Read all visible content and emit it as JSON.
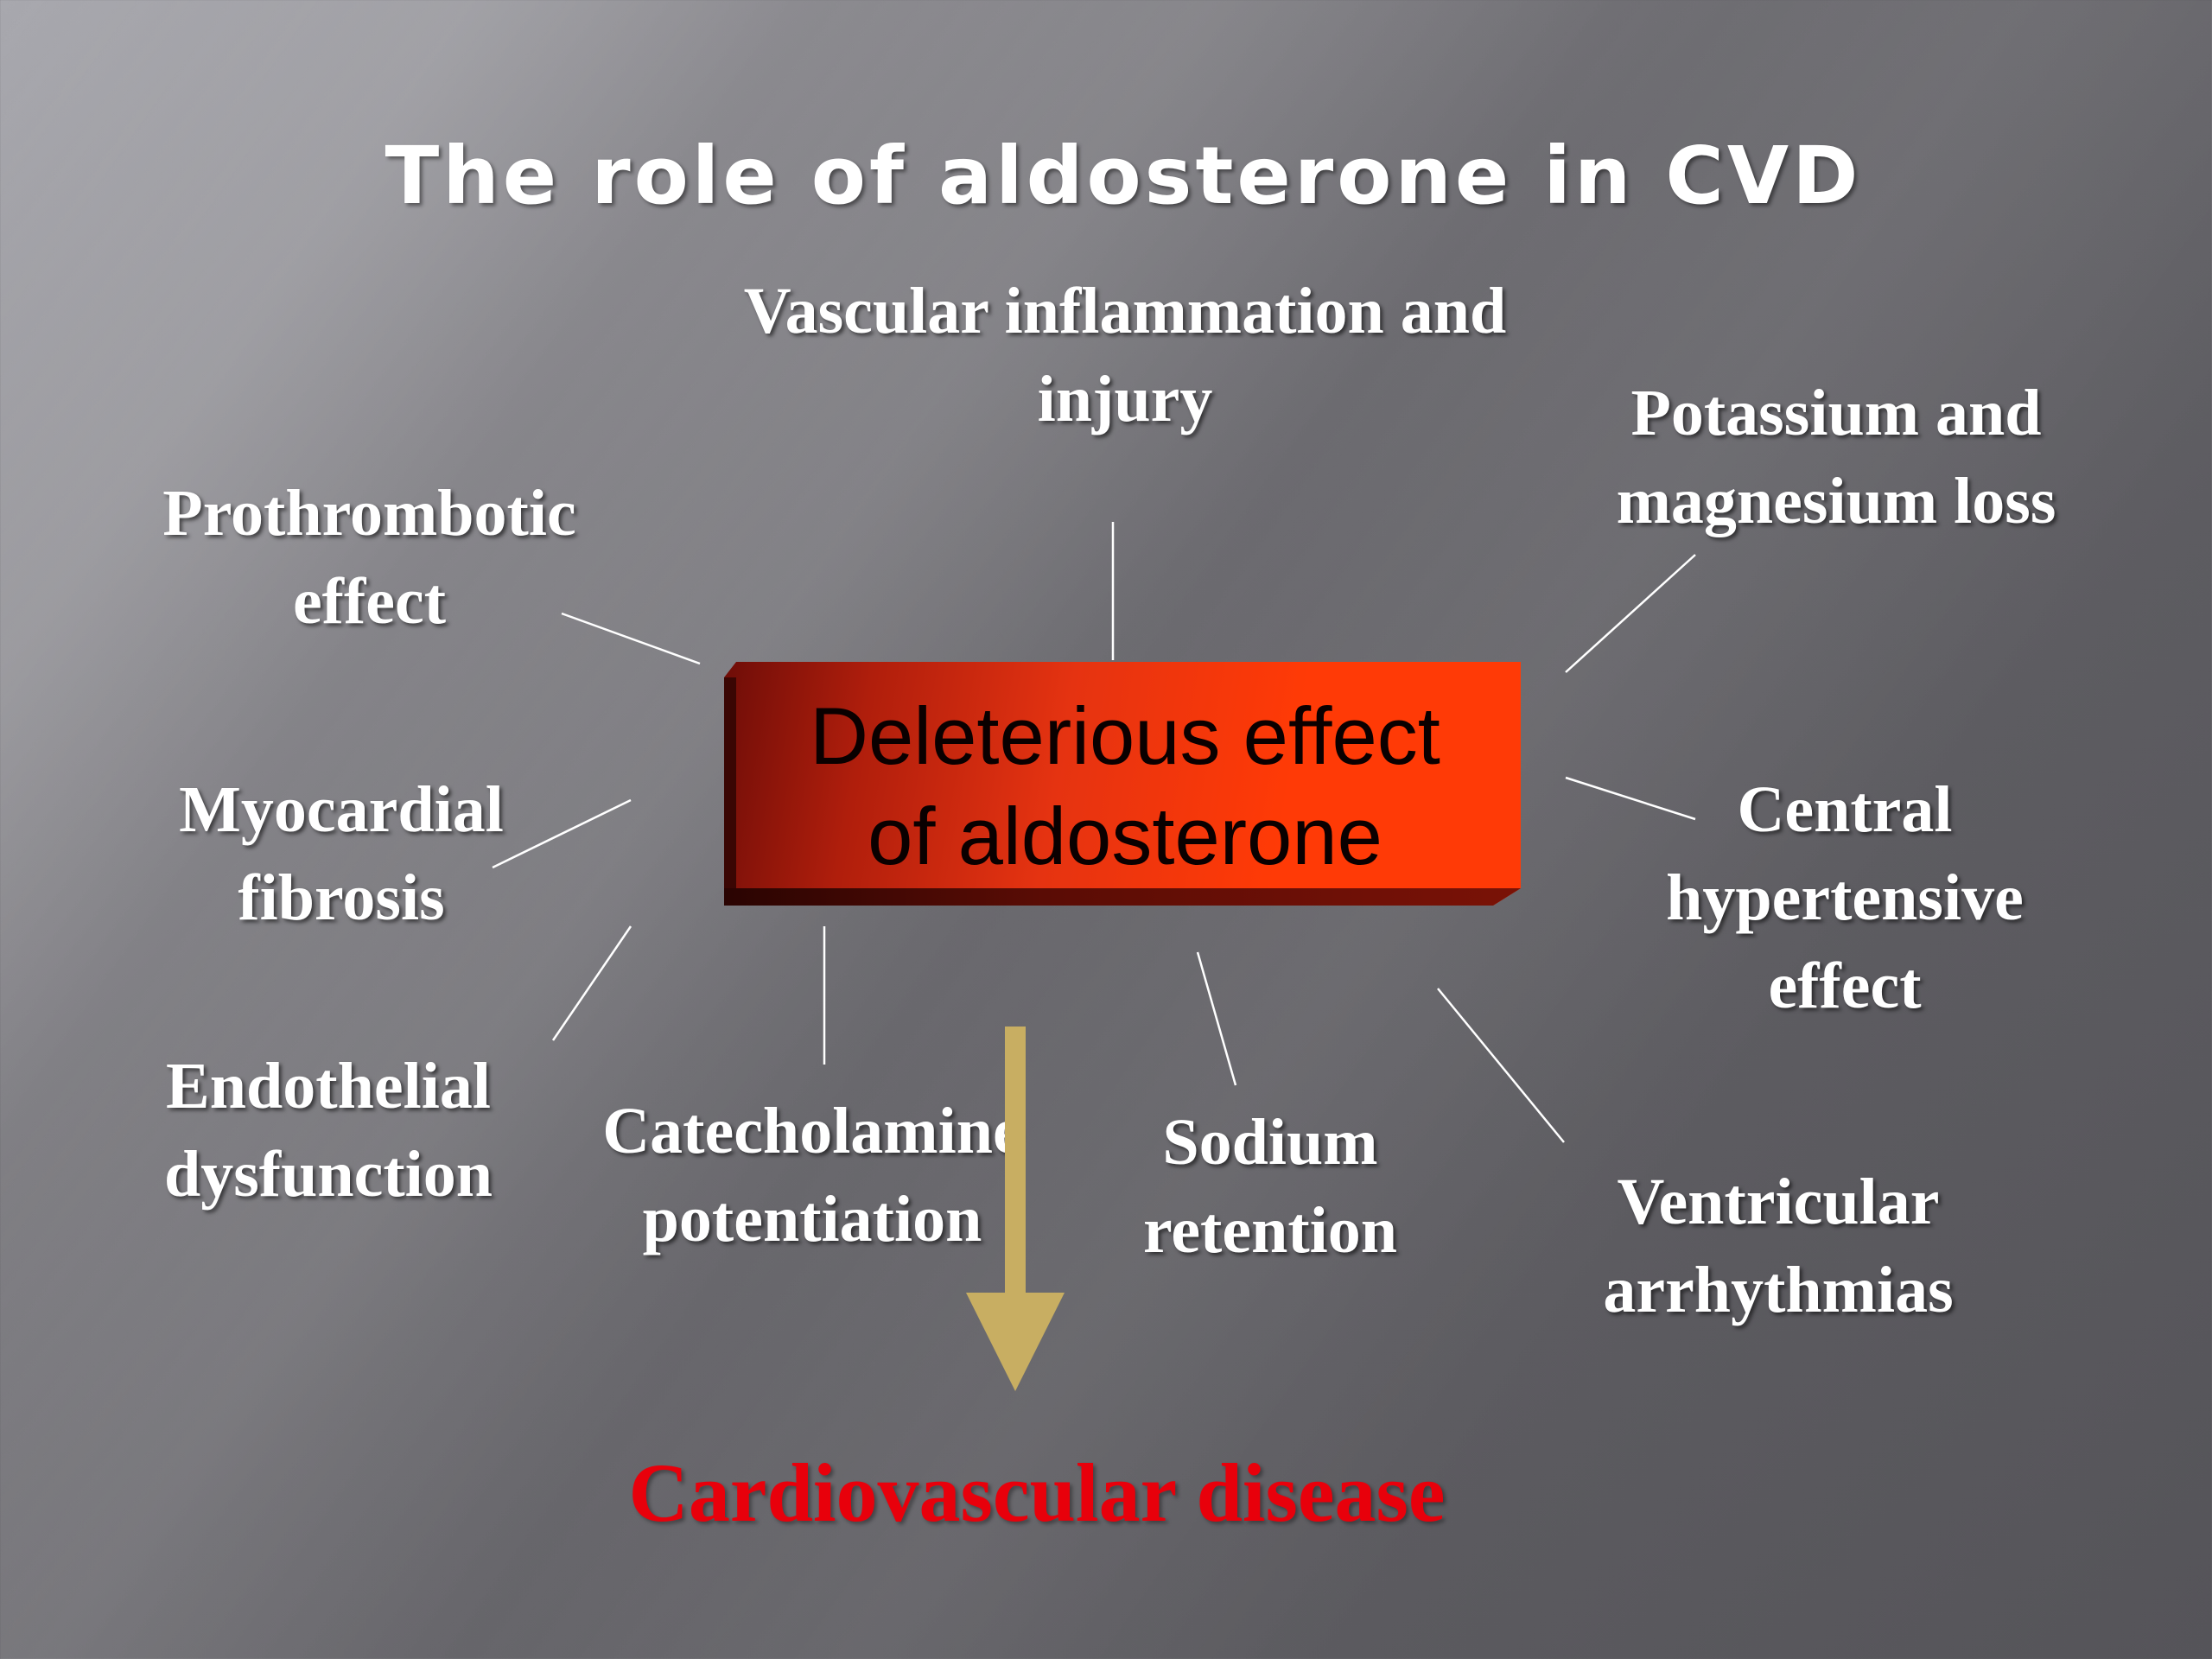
{
  "title": "The role of aldosterone in CVD",
  "center": {
    "line1": "Deleterious effect",
    "line2": "of aldosterone",
    "color": "#ff3a06"
  },
  "effects": {
    "vascular": [
      "Vascular inflammation and",
      "injury"
    ],
    "potassium": [
      "Potassium and",
      "magnesium loss"
    ],
    "prothrombotic": [
      "Prothrombotic",
      "effect"
    ],
    "myocardial": [
      "Myocardial",
      "fibrosis"
    ],
    "central": [
      "Central",
      "hypertensive",
      "effect"
    ],
    "endothelial": [
      "Endothelial",
      "dysfunction"
    ],
    "catecholamine": [
      "Catecholamine",
      "potentiation"
    ],
    "sodium": [
      "Sodium",
      "retention"
    ],
    "ventricular": [
      "Ventricular",
      "arrhythmias"
    ]
  },
  "outcome": {
    "label": "Cardiovascular disease",
    "color": "#e8000b"
  },
  "arrow_color": "#c8ae62",
  "connector_color": "#ffffff"
}
